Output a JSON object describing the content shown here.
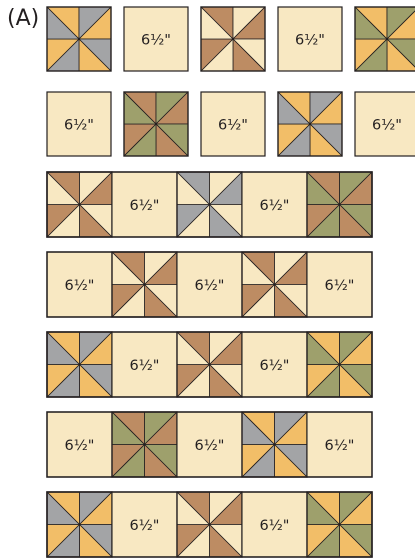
{
  "figure_label": "(A)",
  "plain_block_label": "6½\"",
  "colors": {
    "cream": "#f8e8c2",
    "gold": "#f2be68",
    "gray": "#a3a4a6",
    "brown": "#bd8c63",
    "green": "#9ea06c",
    "outline": "#231f20"
  },
  "rows": [
    {
      "style": "separate",
      "blocks": [
        {
          "kind": "pinwheel",
          "c1": "gold",
          "c2": "gray"
        },
        {
          "kind": "plain"
        },
        {
          "kind": "pinwheel",
          "c1": "brown",
          "c2": "cream"
        },
        {
          "kind": "plain"
        },
        {
          "kind": "pinwheel",
          "c1": "gold",
          "c2": "green"
        }
      ]
    },
    {
      "style": "separate",
      "blocks": [
        {
          "kind": "plain"
        },
        {
          "kind": "pinwheel",
          "c1": "brown",
          "c2": "green"
        },
        {
          "kind": "plain"
        },
        {
          "kind": "pinwheel",
          "c1": "gold",
          "c2": "gray"
        },
        {
          "kind": "plain"
        }
      ]
    },
    {
      "style": "joined",
      "blocks": [
        {
          "kind": "pinwheel",
          "c1": "brown",
          "c2": "cream"
        },
        {
          "kind": "plain"
        },
        {
          "kind": "pinwheel",
          "c1": "gray",
          "c2": "cream"
        },
        {
          "kind": "plain"
        },
        {
          "kind": "pinwheel",
          "c1": "brown",
          "c2": "green"
        }
      ]
    },
    {
      "style": "joined",
      "blocks": [
        {
          "kind": "plain"
        },
        {
          "kind": "pinwheel",
          "c1": "brown",
          "c2": "cream"
        },
        {
          "kind": "plain"
        },
        {
          "kind": "pinwheel",
          "c1": "brown",
          "c2": "cream"
        },
        {
          "kind": "plain"
        }
      ]
    },
    {
      "style": "joined",
      "blocks": [
        {
          "kind": "pinwheel",
          "c1": "gold",
          "c2": "gray"
        },
        {
          "kind": "plain"
        },
        {
          "kind": "pinwheel",
          "c1": "brown",
          "c2": "cream"
        },
        {
          "kind": "plain"
        },
        {
          "kind": "pinwheel",
          "c1": "gold",
          "c2": "green"
        }
      ]
    },
    {
      "style": "joined",
      "blocks": [
        {
          "kind": "plain"
        },
        {
          "kind": "pinwheel",
          "c1": "brown",
          "c2": "green"
        },
        {
          "kind": "plain"
        },
        {
          "kind": "pinwheel",
          "c1": "gold",
          "c2": "gray"
        },
        {
          "kind": "plain"
        }
      ]
    },
    {
      "style": "joined",
      "blocks": [
        {
          "kind": "pinwheel",
          "c1": "gold",
          "c2": "gray"
        },
        {
          "kind": "plain"
        },
        {
          "kind": "pinwheel",
          "c1": "brown",
          "c2": "cream"
        },
        {
          "kind": "plain"
        },
        {
          "kind": "pinwheel",
          "c1": "gold",
          "c2": "green"
        }
      ]
    }
  ]
}
